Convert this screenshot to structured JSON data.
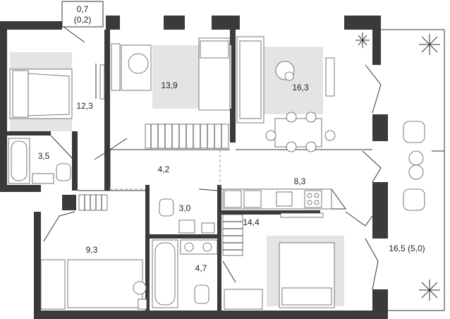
{
  "plan": {
    "rooms": [
      {
        "id": "balcony-small",
        "area": "0,7",
        "sub": "(0,2)"
      },
      {
        "id": "bedroom-1",
        "area": "12,3"
      },
      {
        "id": "bedroom-2",
        "area": "13,9"
      },
      {
        "id": "living",
        "area": "16,3"
      },
      {
        "id": "bath-1",
        "area": "3,5"
      },
      {
        "id": "hall",
        "area": "4,2"
      },
      {
        "id": "kitchen",
        "area": "8,3"
      },
      {
        "id": "wc",
        "area": "3,0"
      },
      {
        "id": "bedroom-3",
        "area": "14,4"
      },
      {
        "id": "entry",
        "area": "9,3"
      },
      {
        "id": "bath-2",
        "area": "4,7"
      },
      {
        "id": "balcony-large",
        "area": "16,5 (5,0)"
      }
    ]
  }
}
